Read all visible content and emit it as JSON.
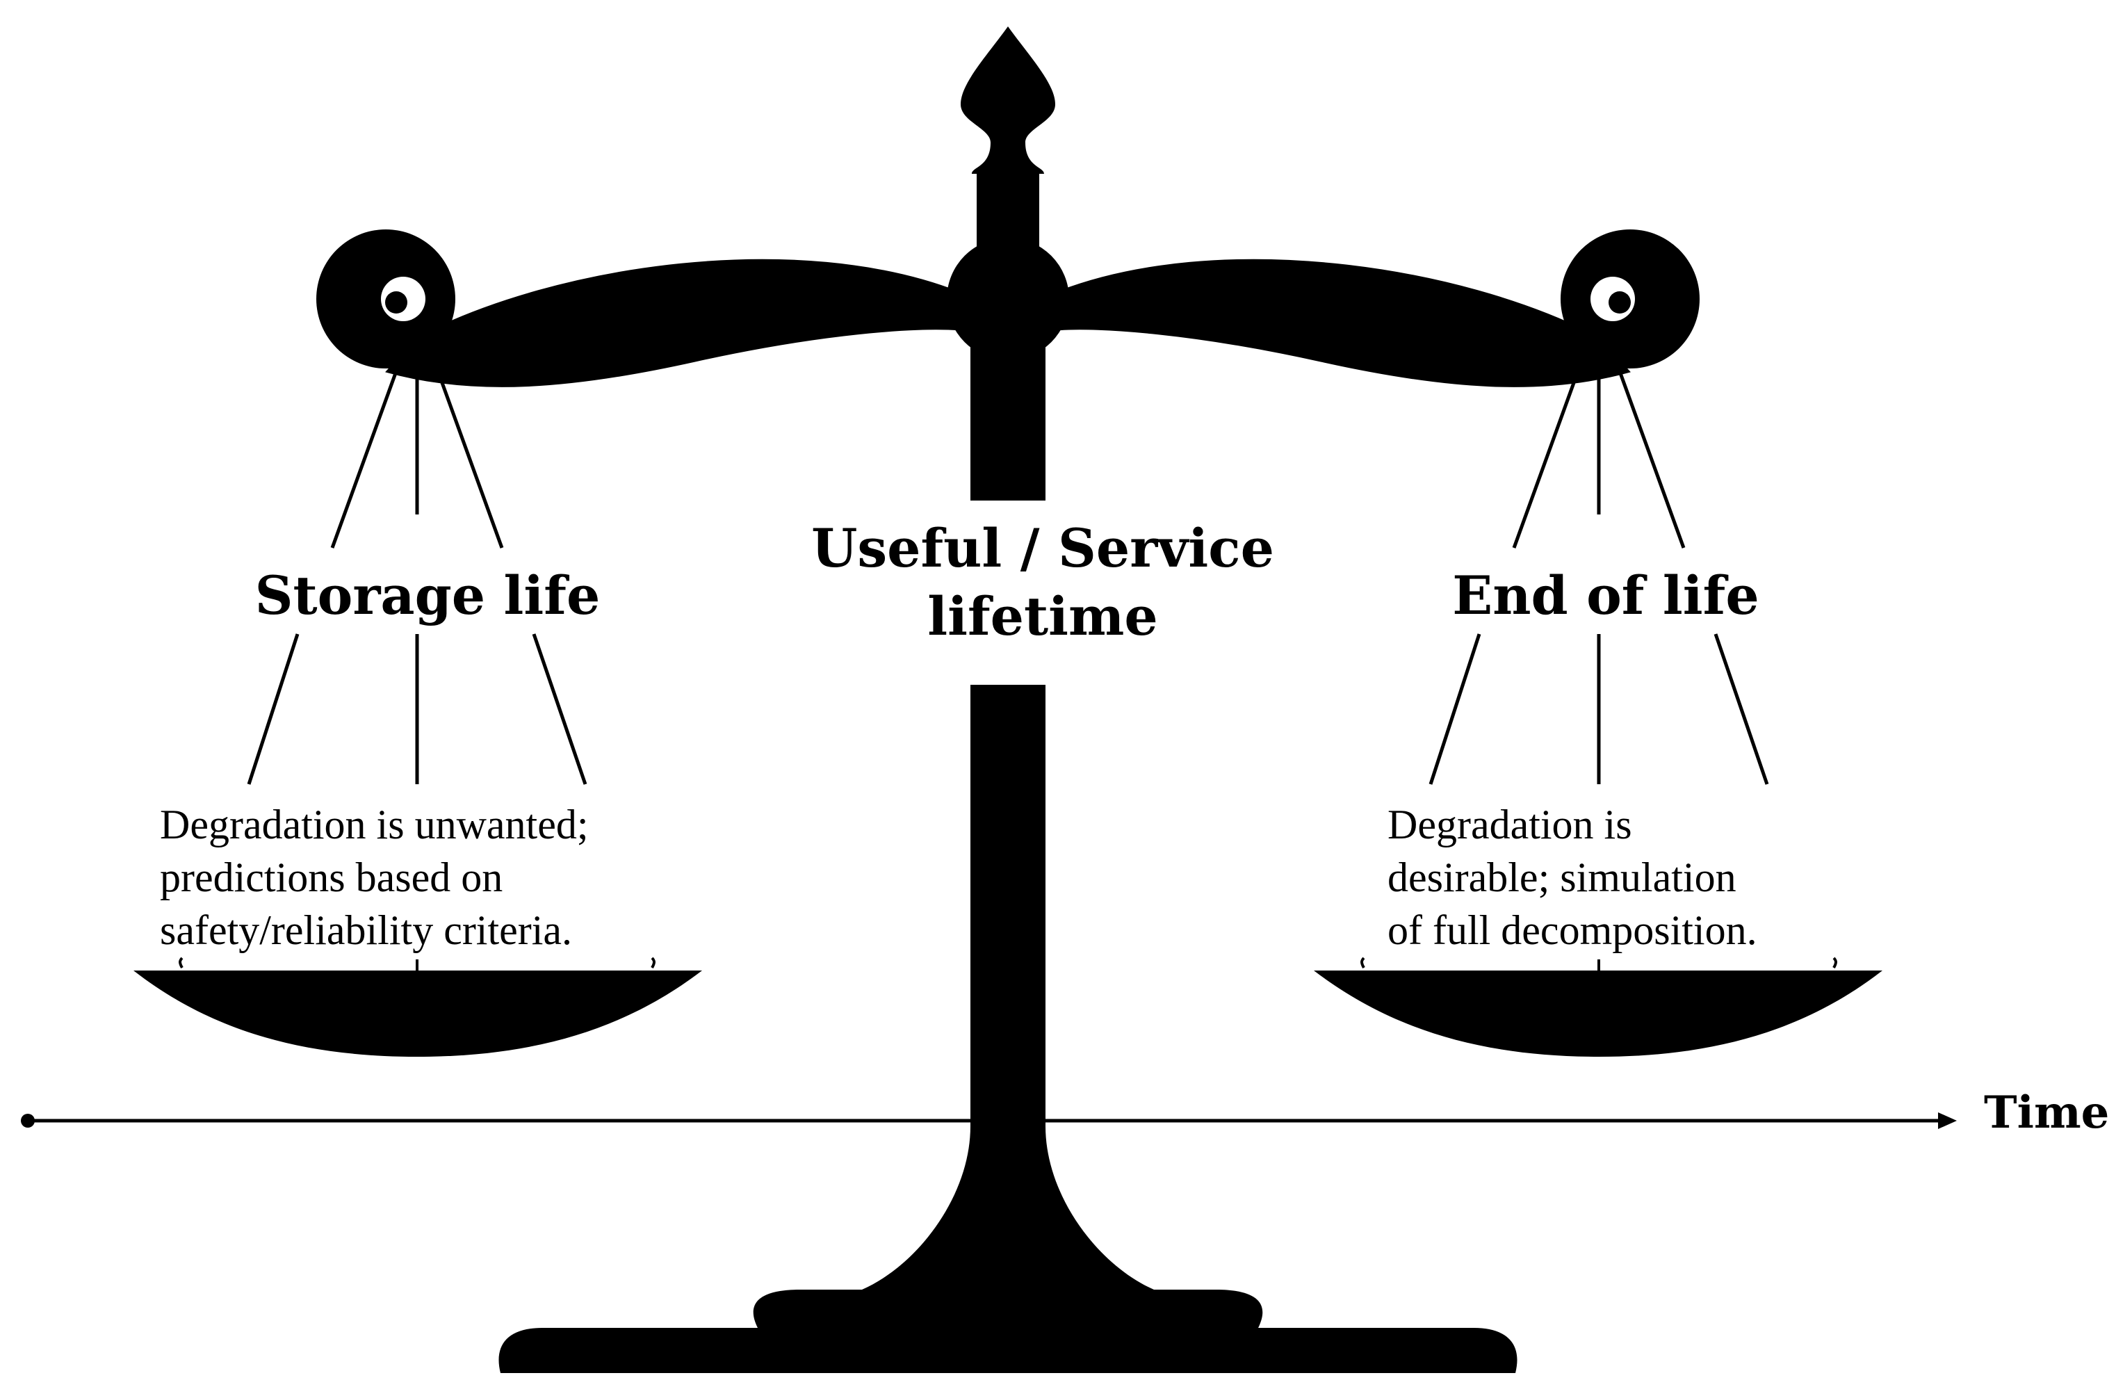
{
  "diagram": {
    "center_label": [
      "Useful / Service",
      "lifetime"
    ],
    "left_pan": {
      "title": "Storage life",
      "description": [
        "Degradation is unwanted;",
        "predictions based on",
        "safety/reliability criteria."
      ]
    },
    "right_pan": {
      "title": "End of life",
      "description": [
        "Degradation is",
        "desirable; simulation",
        "of full decomposition."
      ]
    },
    "axis": {
      "label": "Time"
    }
  },
  "colors": {
    "silhouette": "#000000",
    "background": "#ffffff"
  }
}
